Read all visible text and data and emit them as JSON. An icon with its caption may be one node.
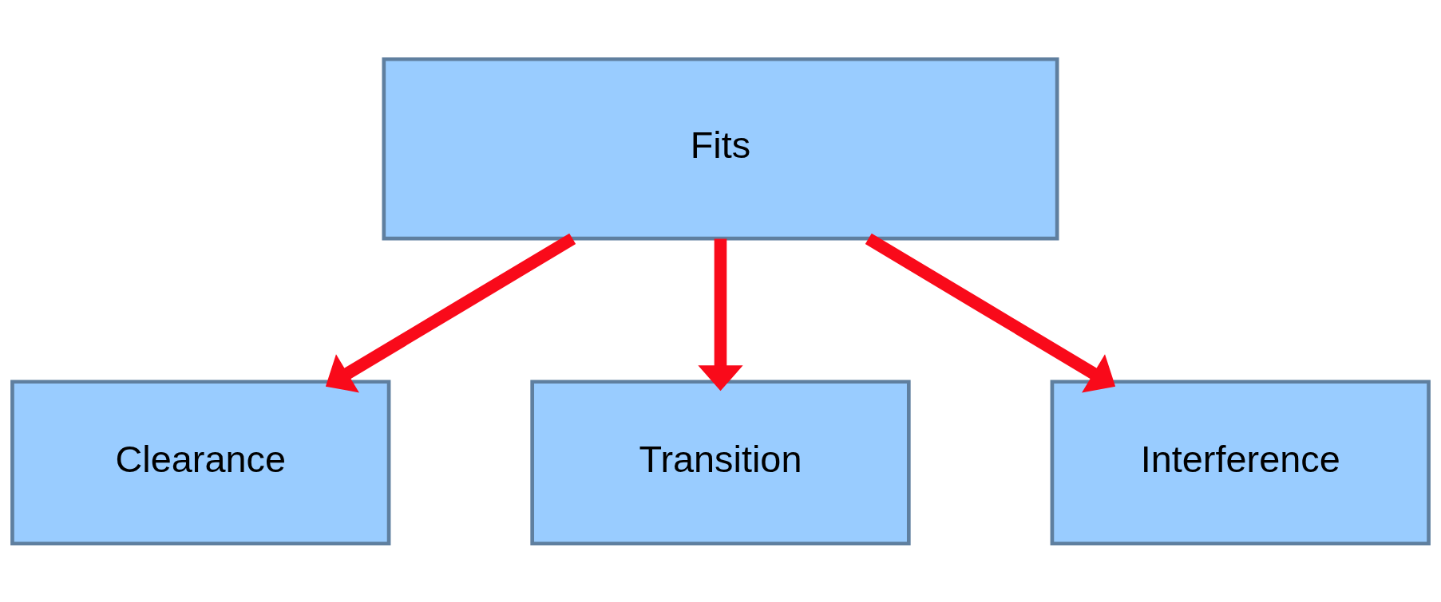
{
  "diagram": {
    "nodes": [
      {
        "text": [
          "Fits"
        ]
      },
      {
        "text": [
          "Clearance"
        ]
      },
      {
        "text": [
          "Transition"
        ]
      },
      {
        "text": [
          "Interference"
        ]
      }
    ],
    "edges": [
      {
        "from": 0,
        "to": 1,
        "arrow": "to"
      },
      {
        "from": 0,
        "to": 2,
        "arrow": "to"
      },
      {
        "from": 0,
        "to": 3,
        "arrow": "to"
      }
    ]
  }
}
